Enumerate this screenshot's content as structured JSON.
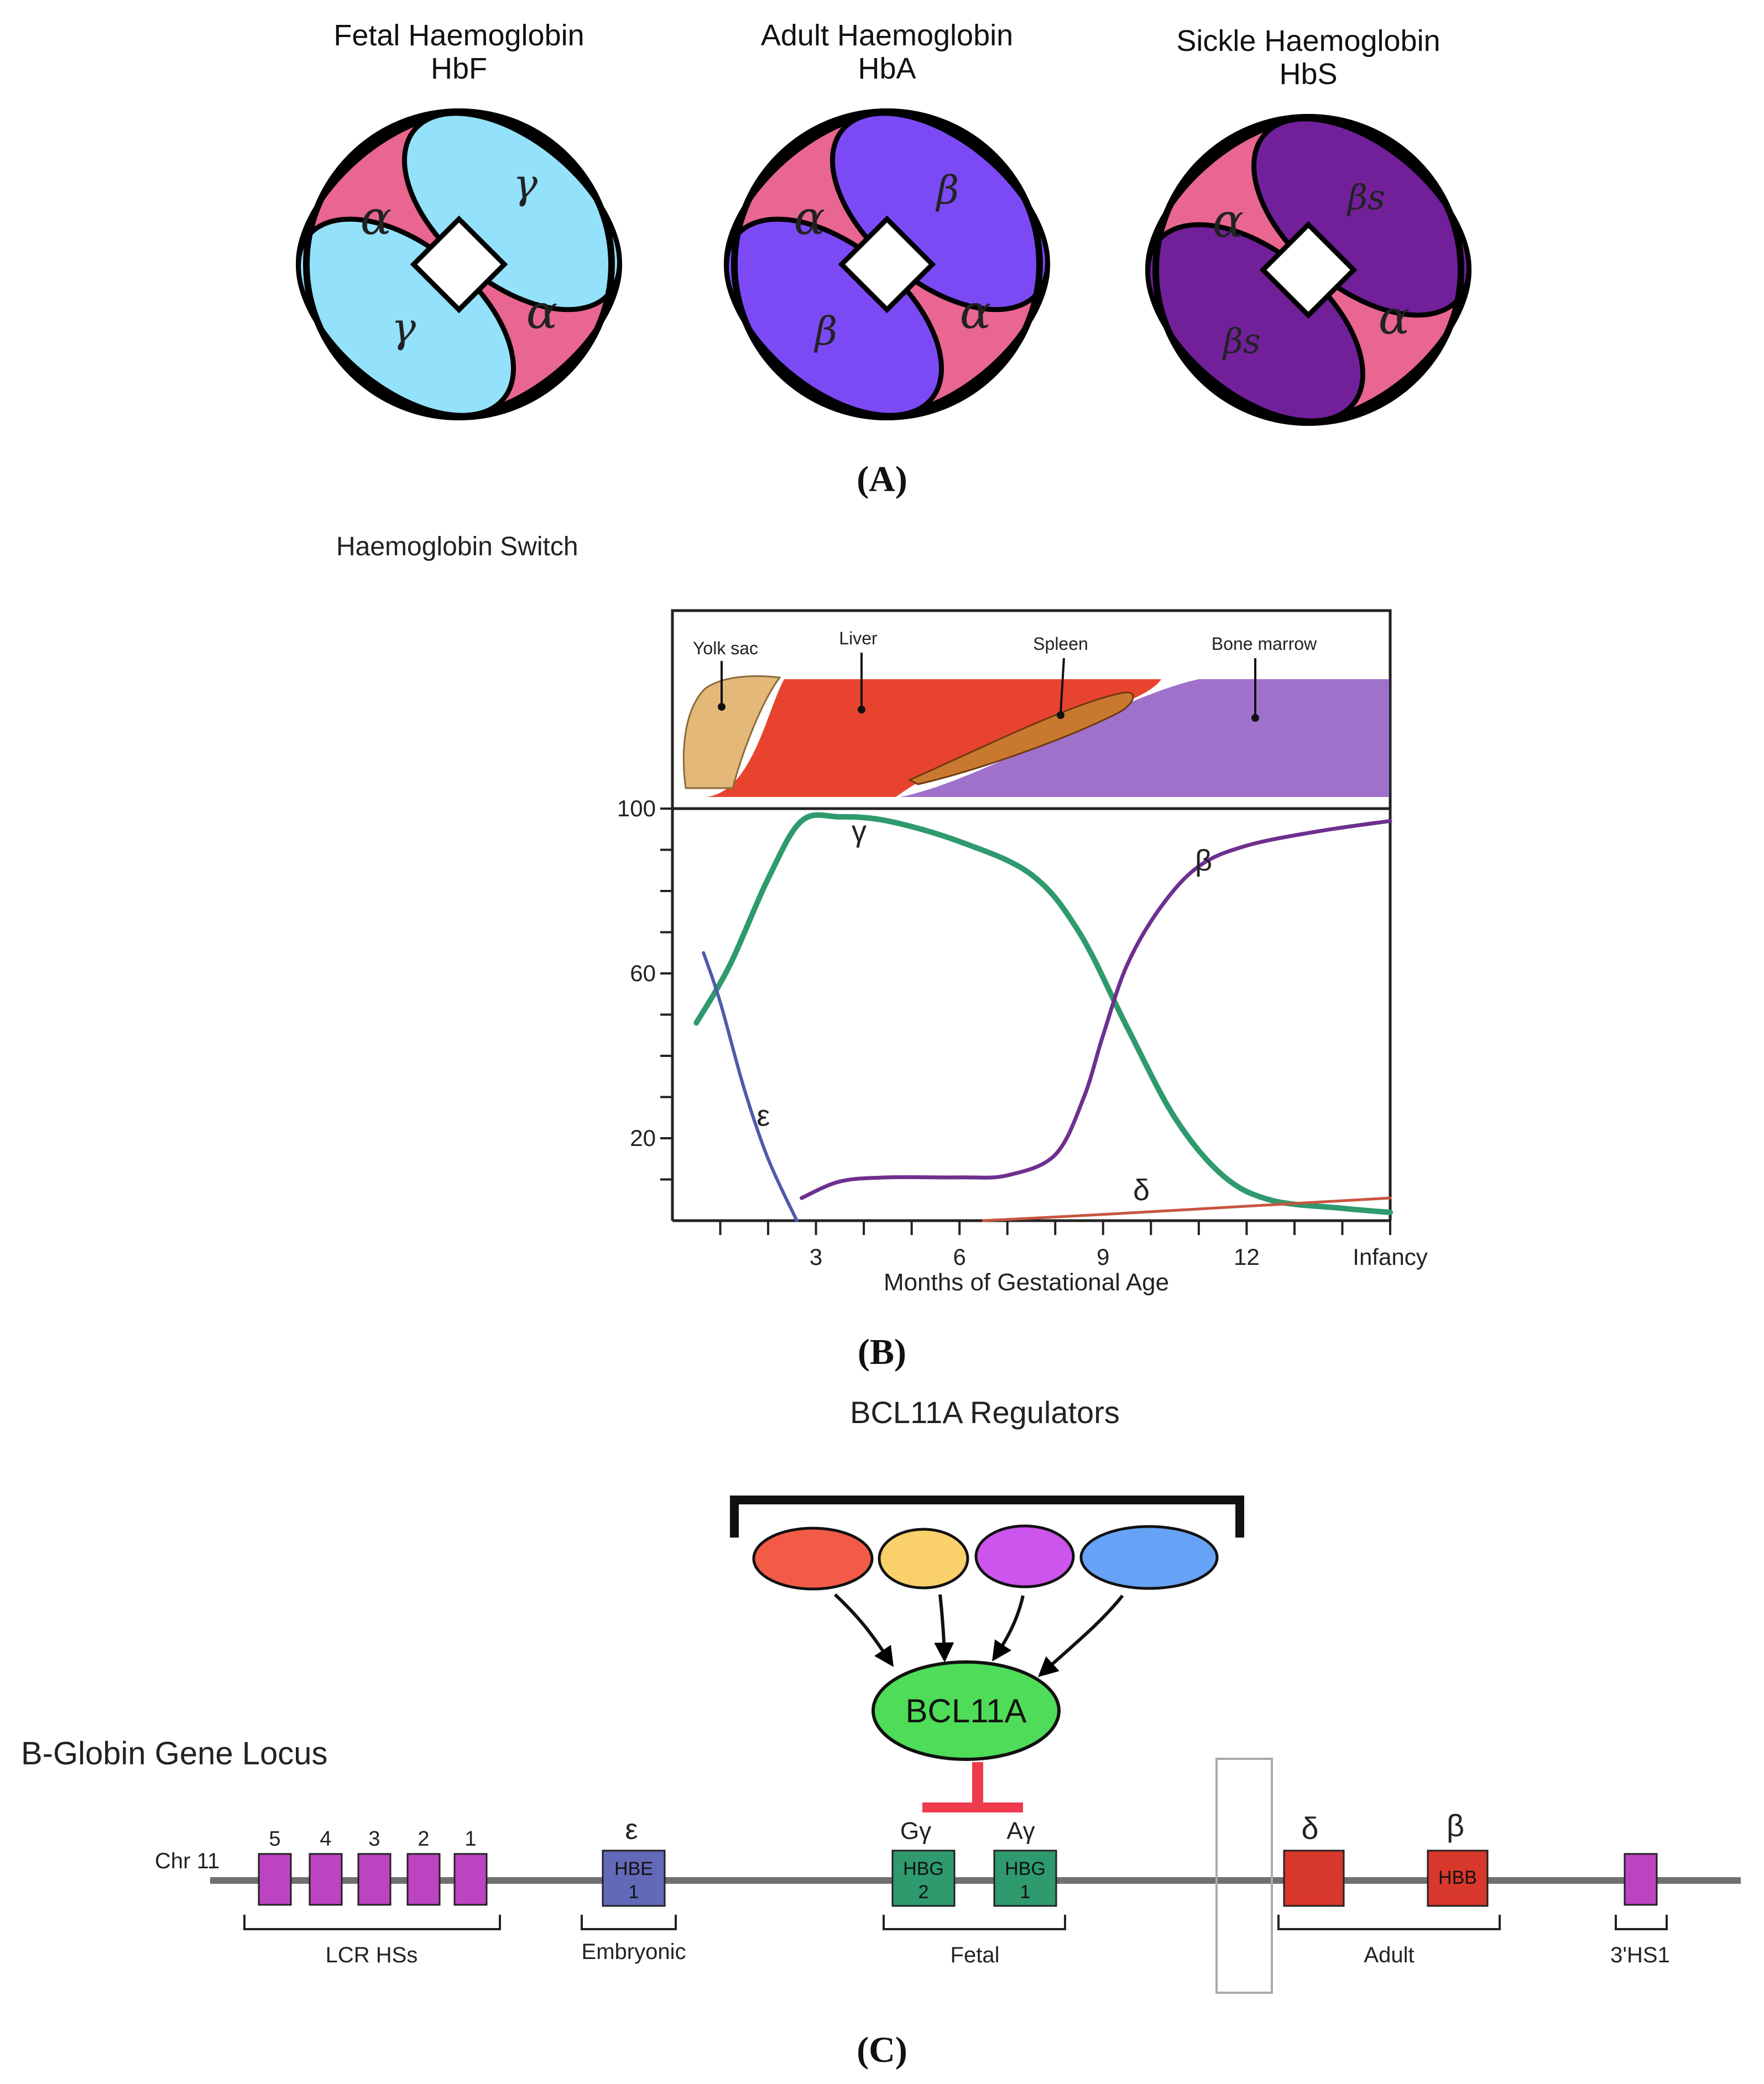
{
  "panel_a": {
    "label": "(A)",
    "molecules": [
      {
        "title_line1": "Fetal Haemoglobin",
        "title_line2": "HbF",
        "top_left": "α",
        "top_right": "γ",
        "bottom_left": "γ",
        "bottom_right": "α",
        "alpha_color": "#e8668f",
        "partner_color": "#93e1fb"
      },
      {
        "title_line1": "Adult Haemoglobin",
        "title_line2": "HbA",
        "top_left": "α",
        "top_right": "β",
        "bottom_left": "β",
        "bottom_right": "α",
        "alpha_color": "#e8668f",
        "partner_color": "#7c4af5"
      },
      {
        "title_line1": "Sickle Haemoglobin",
        "title_line2": "HbS",
        "top_left": "α",
        "top_right": "βs",
        "bottom_left": "βs",
        "bottom_right": "α",
        "alpha_color": "#e8668f",
        "partner_color": "#72209a"
      }
    ]
  },
  "panel_b": {
    "label": "(B)",
    "title": "Haemoglobin Switch",
    "sites": [
      "Yolk sac",
      "Liver",
      "Spleen",
      "Bone marrow"
    ],
    "site_colors": {
      "yolk": "#e3b878",
      "liver": "#e8432f",
      "spleen": "#c9792f",
      "marrow": "#9a69c8"
    },
    "chart_data": {
      "type": "line",
      "xlabel": "Months of Gestational Age",
      "xlim": [
        0,
        15
      ],
      "ylim": [
        0,
        100
      ],
      "xticks": [
        {
          "value": 3,
          "label": "3"
        },
        {
          "value": 6,
          "label": "6"
        },
        {
          "value": 9,
          "label": "9"
        },
        {
          "value": 12,
          "label": "12"
        },
        {
          "value": 15,
          "label": "Infancy"
        }
      ],
      "yticks": [
        {
          "value": 20,
          "label": "20"
        },
        {
          "value": 60,
          "label": "60"
        },
        {
          "value": 100,
          "label": "100"
        }
      ],
      "series": [
        {
          "name": "γ",
          "color": "#2e9a6e",
          "points": [
            [
              0.5,
              48
            ],
            [
              1.2,
              62
            ],
            [
              2,
              83
            ],
            [
              2.7,
              97
            ],
            [
              3.5,
              98
            ],
            [
              4.5,
              97
            ],
            [
              6,
              92
            ],
            [
              7.5,
              84
            ],
            [
              8.5,
              70
            ],
            [
              9.5,
              47
            ],
            [
              10.5,
              25
            ],
            [
              11.5,
              11
            ],
            [
              12.5,
              5
            ],
            [
              14,
              3
            ],
            [
              15,
              2
            ]
          ]
        },
        {
          "name": "β",
          "color": "#6e2f8f",
          "points": [
            [
              2.7,
              5.5
            ],
            [
              3.5,
              9.5
            ],
            [
              4.5,
              10.5
            ],
            [
              6,
              10.5
            ],
            [
              7,
              11
            ],
            [
              8,
              16
            ],
            [
              8.6,
              30
            ],
            [
              9,
              45
            ],
            [
              9.5,
              62
            ],
            [
              10.2,
              76
            ],
            [
              11,
              86
            ],
            [
              12,
              91
            ],
            [
              13.5,
              94.5
            ],
            [
              15,
              97
            ]
          ]
        },
        {
          "name": "ε",
          "color": "#4f5aa8",
          "points": [
            [
              0.65,
              65
            ],
            [
              1,
              53
            ],
            [
              1.5,
              32
            ],
            [
              2,
              15
            ],
            [
              2.6,
              0
            ]
          ]
        },
        {
          "name": "δ",
          "color": "#c8553f",
          "points": [
            [
              6.5,
              0
            ],
            [
              9,
              1.5
            ],
            [
              12,
              3.5
            ],
            [
              15,
              5.5
            ]
          ]
        }
      ]
    }
  },
  "panel_c": {
    "label": "(C)",
    "regulators_title": "BCL11A Regulators",
    "regulator_colors": [
      "#f25b45",
      "#fad06a",
      "#cc55ee",
      "#66a2f5"
    ],
    "bcl11a_label": "BCL11A",
    "bcl11a_color": "#4fdc58",
    "repression_color": "#ee3b4e",
    "locus_title": "B-Globin Gene Locus",
    "chromosome_label": "Chr 11",
    "lcr_numbers": [
      "5",
      "4",
      "3",
      "2",
      "1"
    ],
    "lcr_color": "#bd44c0",
    "hbe_label_top": "HBE",
    "hbe_label_bottom": "1",
    "hbe_symbol": "ε",
    "hbe_color": "#6269b8",
    "hbg2_label_top": "HBG",
    "hbg2_label_bottom": "2",
    "hbg2_symbol": "Gγ",
    "hbg1_label_top": "HBG",
    "hbg1_label_bottom": "1",
    "hbg1_symbol": "Aγ",
    "hbg_color": "#2e9a6e",
    "delta_symbol": "δ",
    "hbb_label": "HBB",
    "hbb_symbol": "β",
    "adult_color": "#d8372b",
    "hs1_color": "#bd44c0",
    "group_lcr": "LCR HSs",
    "group_embryonic": "Embryonic",
    "group_fetal": "Fetal",
    "group_adult": "Adult",
    "group_3hs1": "3'HS1"
  }
}
